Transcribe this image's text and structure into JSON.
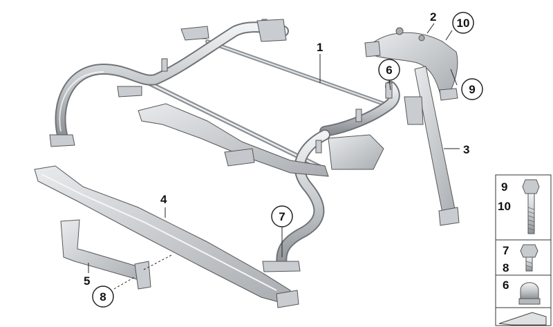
{
  "callouts": {
    "c1": "1",
    "c2": "2",
    "c3": "3",
    "c4": "4",
    "c5": "5",
    "c6": "6",
    "c7": "7",
    "c8": "8",
    "c9": "9",
    "c10": "10"
  },
  "hardware_panel": {
    "row1_a": "9",
    "row1_b": "10",
    "row2_a": "7",
    "row2_b": "8",
    "row3_a": "6"
  },
  "colors": {
    "metal_light": "#e4e6e8",
    "metal_mid": "#b9bdc1",
    "metal_dark": "#8c9094",
    "outline": "#555555",
    "text": "#111111"
  }
}
